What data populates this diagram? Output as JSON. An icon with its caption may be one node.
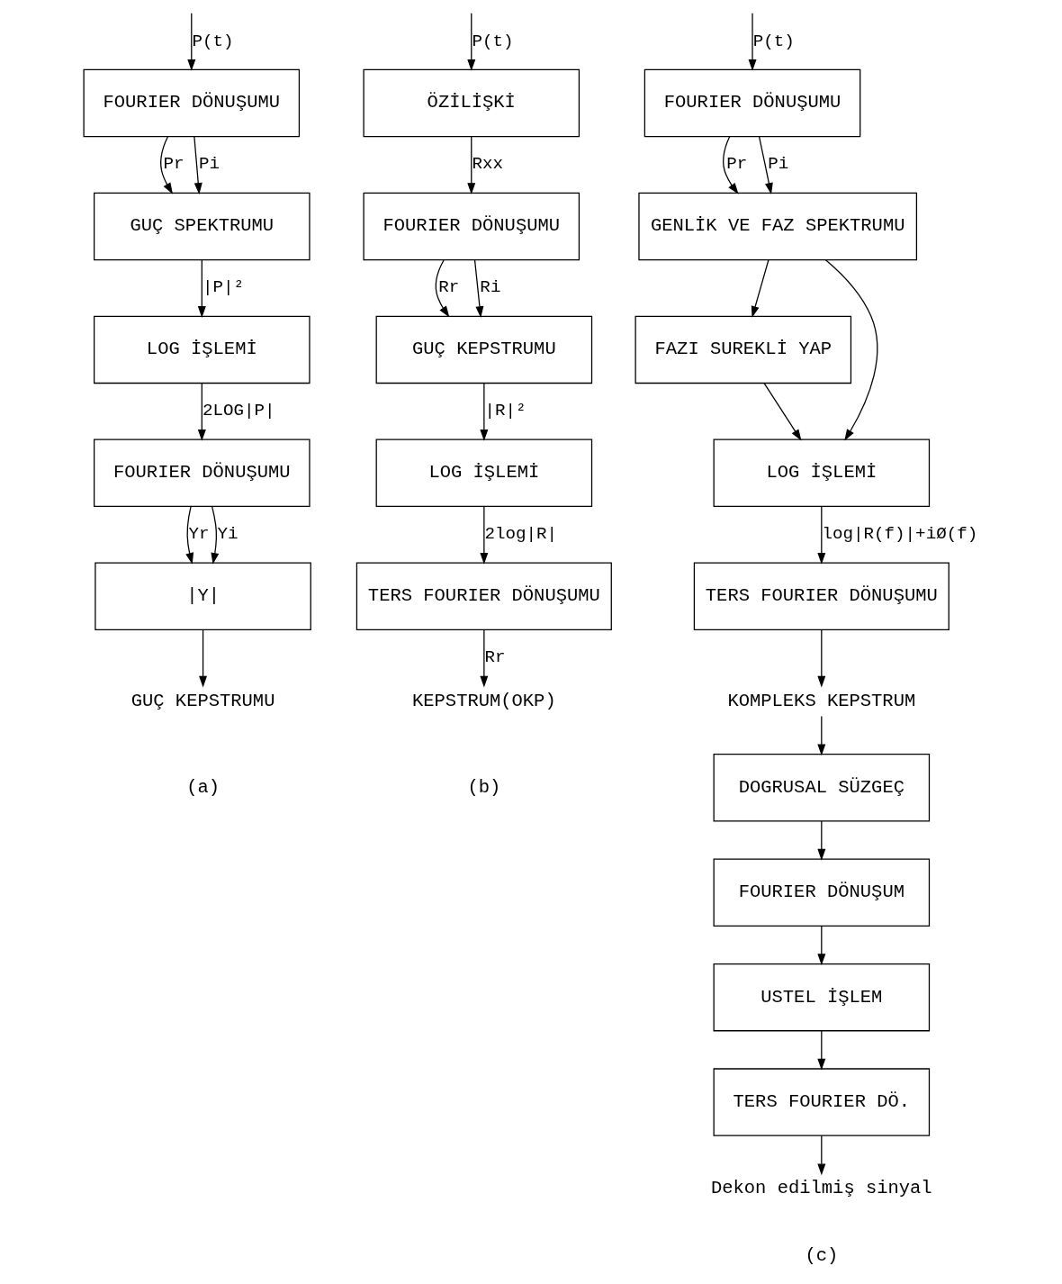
{
  "diagram": {
    "nodes": [
      {
        "text": [
          "FOURIER DÖNUŞUMU"
        ]
      },
      {
        "text": [
          "GUÇ SPEKTRUMU"
        ]
      },
      {
        "text": [
          "LOG İŞLEMİ"
        ]
      },
      {
        "text": [
          "FOURIER DÖNUŞUMU"
        ]
      },
      {
        "text": [
          "|Y|"
        ]
      },
      {
        "text": [
          "GUÇ KEPSTRUMU"
        ]
      },
      {
        "text": [
          "ÖZİLİŞKİ"
        ]
      },
      {
        "text": [
          "FOURIER DÖNUŞUMU"
        ]
      },
      {
        "text": [
          "GUÇ KEPSTRUMU"
        ]
      },
      {
        "text": [
          "LOG İŞLEMİ"
        ]
      },
      {
        "text": [
          "TERS FOURIER DÖNUŞUMU"
        ]
      },
      {
        "text": [
          "KEPSTRUM(OKP)"
        ]
      },
      {
        "text": [
          "FOURIER DÖNUŞUMU"
        ]
      },
      {
        "text": [
          "GENLİK VE FAZ SPEKTRUMU"
        ]
      },
      {
        "text": [
          "FAZI SUREKLİ YAP"
        ]
      },
      {
        "text": [
          "LOG İŞLEMİ"
        ]
      },
      {
        "text": [
          "TERS FOURIER DÖNUŞUMU"
        ]
      },
      {
        "text": [
          "KOMPLEKS KEPSTRUM"
        ]
      },
      {
        "text": [
          "DOGRUSAL SÜZGEÇ"
        ]
      },
      {
        "text": [
          "FOURIER DÖNUŞUM"
        ]
      },
      {
        "text": [
          "USTEL İŞLEM"
        ]
      },
      {
        "text": [
          "TERS FOURIER DÖ."
        ]
      },
      {
        "text": [
          "Dekon edilmiş sinyal"
        ]
      }
    ],
    "edges": [
      {
        "from": null,
        "to": 0,
        "arrow": "to",
        "label": "P(t)"
      },
      {
        "from": 0,
        "to": 1,
        "arrow": "to",
        "label": "Pr"
      },
      {
        "from": 0,
        "to": 1,
        "arrow": "to",
        "label": "Pi"
      },
      {
        "from": 1,
        "to": 2,
        "arrow": "to",
        "label": "|P|²"
      },
      {
        "from": 2,
        "to": 3,
        "arrow": "to",
        "label": "2LOG|P|"
      },
      {
        "from": 3,
        "to": 4,
        "arrow": "to",
        "label": "Yr"
      },
      {
        "from": 3,
        "to": 4,
        "arrow": "to",
        "label": "Yi"
      },
      {
        "from": 4,
        "to": 5,
        "arrow": "to"
      },
      {
        "from": null,
        "to": 6,
        "arrow": "to",
        "label": "P(t)"
      },
      {
        "from": 6,
        "to": 7,
        "arrow": "to",
        "label": "Rxx"
      },
      {
        "from": 7,
        "to": 8,
        "arrow": "to",
        "label": "Rr"
      },
      {
        "from": 7,
        "to": 8,
        "arrow": "to",
        "label": "Ri"
      },
      {
        "from": 8,
        "to": 9,
        "arrow": "to",
        "label": "|R|²"
      },
      {
        "from": 9,
        "to": 10,
        "arrow": "to",
        "label": "2log|R|"
      },
      {
        "from": 10,
        "to": 11,
        "arrow": "to",
        "label": "Rr"
      },
      {
        "from": null,
        "to": 12,
        "arrow": "to",
        "label": "P(t)"
      },
      {
        "from": 12,
        "to": 13,
        "arrow": "to",
        "label": "Pr"
      },
      {
        "from": 12,
        "to": 13,
        "arrow": "to",
        "label": "Pi"
      },
      {
        "from": 13,
        "to": 15,
        "arrow": "to"
      },
      {
        "from": 13,
        "to": 14,
        "arrow": "to"
      },
      {
        "from": 14,
        "to": 15,
        "arrow": "to"
      },
      {
        "from": 15,
        "to": 16,
        "arrow": "to",
        "label": "log|R(f)|+iØ(f)"
      },
      {
        "from": 16,
        "to": 17,
        "arrow": "to"
      },
      {
        "from": 17,
        "to": 18,
        "arrow": "to"
      },
      {
        "from": 18,
        "to": 19,
        "arrow": "to"
      },
      {
        "from": 19,
        "to": 20,
        "arrow": "to"
      },
      {
        "from": 20,
        "to": 21,
        "arrow": "to"
      },
      {
        "from": 21,
        "to": 22,
        "arrow": "to"
      }
    ],
    "labels": [
      "(a)",
      "(b)",
      "(c)"
    ]
  }
}
